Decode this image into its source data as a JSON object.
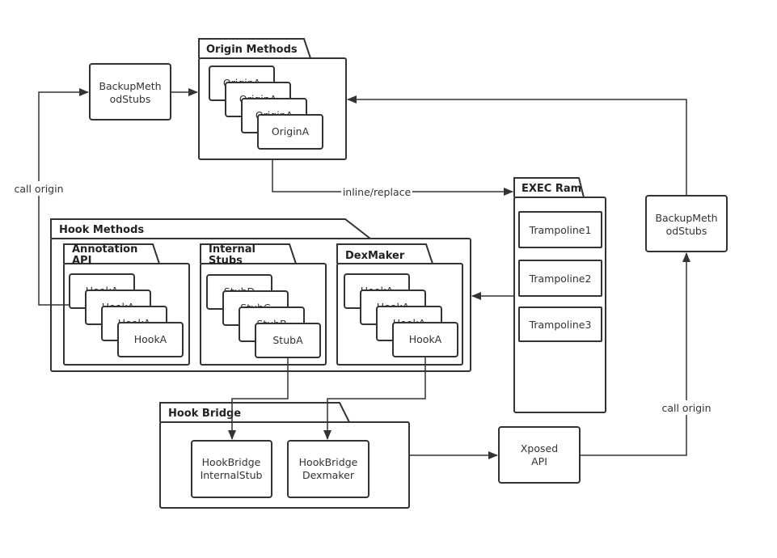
{
  "packages": {
    "origin_methods": "Origin Methods",
    "exec_ram": "EXEC Ram",
    "hook_methods": "Hook Methods",
    "annotation_api": [
      "Annotation",
      "API"
    ],
    "internal_stubs": [
      "Internal",
      "Stubs"
    ],
    "dexmaker": "DexMaker",
    "hook_bridge": "Hook Bridge"
  },
  "nodes": {
    "backup_stubs_left": [
      "BackupMeth",
      "odStubs"
    ],
    "backup_stubs_right": [
      "BackupMeth",
      "odStubs"
    ],
    "origin_stack": [
      "OriginA",
      "OriginA",
      "OriginA",
      "OriginA"
    ],
    "trampoline1": "Trampoline1",
    "trampoline2": "Trampoline2",
    "trampoline3": "Trampoline3",
    "annotation_stack": [
      "HookA",
      "HookA",
      "HookA",
      "HookA"
    ],
    "stub_stack": [
      "StubD",
      "StubC",
      "StubB",
      "StubA"
    ],
    "dexmaker_stack": [
      "HookA",
      "HookA",
      "HookA",
      "HookA"
    ],
    "hookbridge_internalstub": [
      "HookBridge",
      "InternalStub"
    ],
    "hookbridge_dexmaker": [
      "HookBridge",
      "Dexmaker"
    ],
    "xposed_api": [
      "Xposed",
      "API"
    ]
  },
  "edges": {
    "call_origin_left": "call origin",
    "inline_replace": "inline/replace",
    "call_origin_right": "call origin"
  }
}
